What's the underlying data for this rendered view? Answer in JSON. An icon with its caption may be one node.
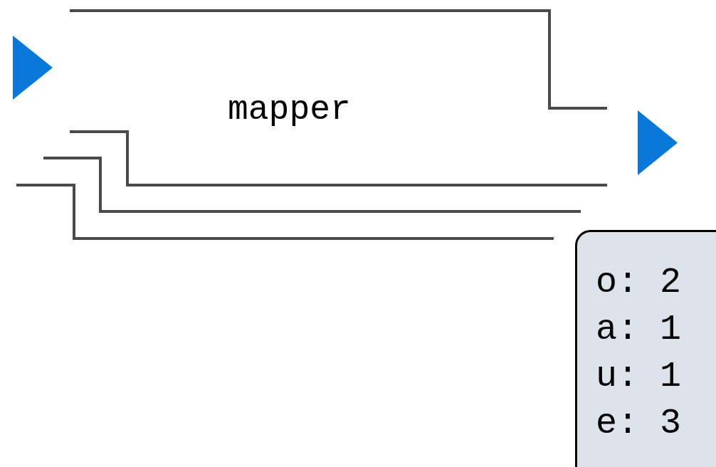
{
  "diagram": {
    "nodes": [
      {
        "text": [
          "o: 2",
          "a: 1",
          "u: 1",
          "e: 3"
        ]
      }
    ],
    "labels": [
      "mapper"
    ]
  }
}
